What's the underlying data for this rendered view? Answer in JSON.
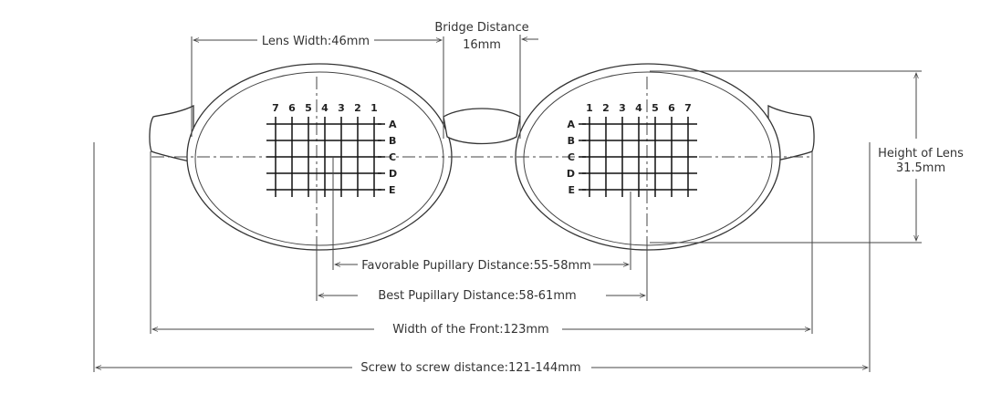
{
  "labels": {
    "lens_width": "Lens Width:46mm",
    "bridge_title": "Bridge Distance",
    "bridge_value": "16mm",
    "lens_height_title": "Height of Lens",
    "lens_height_value": "31.5mm",
    "favorable_pd": "Favorable Pupillary Distance:55-58mm",
    "best_pd": "Best Pupillary Distance:58-61mm",
    "front_width": "Width of the Front:123mm",
    "screw_distance": "Screw to screw distance:121-144mm"
  },
  "left_grid": {
    "columns": [
      "7",
      "6",
      "5",
      "4",
      "3",
      "2",
      "1"
    ],
    "rows": [
      "A",
      "B",
      "C",
      "D",
      "E"
    ]
  },
  "right_grid": {
    "columns": [
      "1",
      "2",
      "3",
      "4",
      "5",
      "6",
      "7"
    ],
    "rows": [
      "A",
      "B",
      "C",
      "D",
      "E"
    ]
  }
}
